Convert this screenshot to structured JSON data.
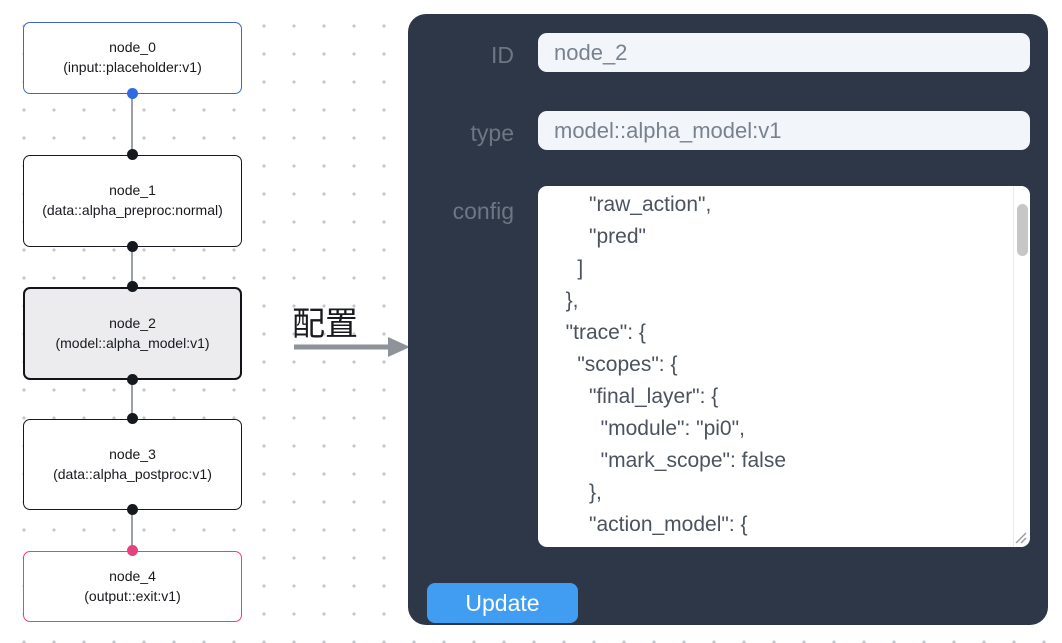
{
  "flow": {
    "nodes": [
      {
        "title": "node_0",
        "subtitle": "(input::placeholder:v1)",
        "accent": "#3e68c6",
        "selected": false
      },
      {
        "title": "node_1",
        "subtitle": "(data::alpha_preproc:normal)",
        "accent": "#17191e",
        "selected": false
      },
      {
        "title": "node_2",
        "subtitle": "(model::alpha_model:v1)",
        "accent": "#121419",
        "selected": true
      },
      {
        "title": "node_3",
        "subtitle": "(data::alpha_postproc:v1)",
        "accent": "#17191e",
        "selected": false
      },
      {
        "title": "node_4",
        "subtitle": "(output::exit:v1)",
        "accent": "#e8417f",
        "selected": false
      }
    ],
    "port_colors": {
      "input": "#2e6ae0",
      "default": "#15181d",
      "output": "#e8417f"
    },
    "edge_color": "#9b9fa6"
  },
  "transfer": {
    "label": "配置",
    "arrow_color": "#8e939a"
  },
  "panel": {
    "background": "#2e3747",
    "id_label": "ID",
    "id_value": "node_2",
    "type_label": "type",
    "type_value": "model::alpha_model:v1",
    "config_label": "config",
    "config_text": "      \"raw_action\",\n      \"pred\"\n    ]\n  },\n  \"trace\": {\n    \"scopes\": {\n      \"final_layer\": {\n        \"module\": \"pi0\",\n        \"mark_scope\": false\n      },\n      \"action_model\": {",
    "update_label": "Update",
    "button_color": "#419df2",
    "input_bg": "#f2f5f9"
  }
}
